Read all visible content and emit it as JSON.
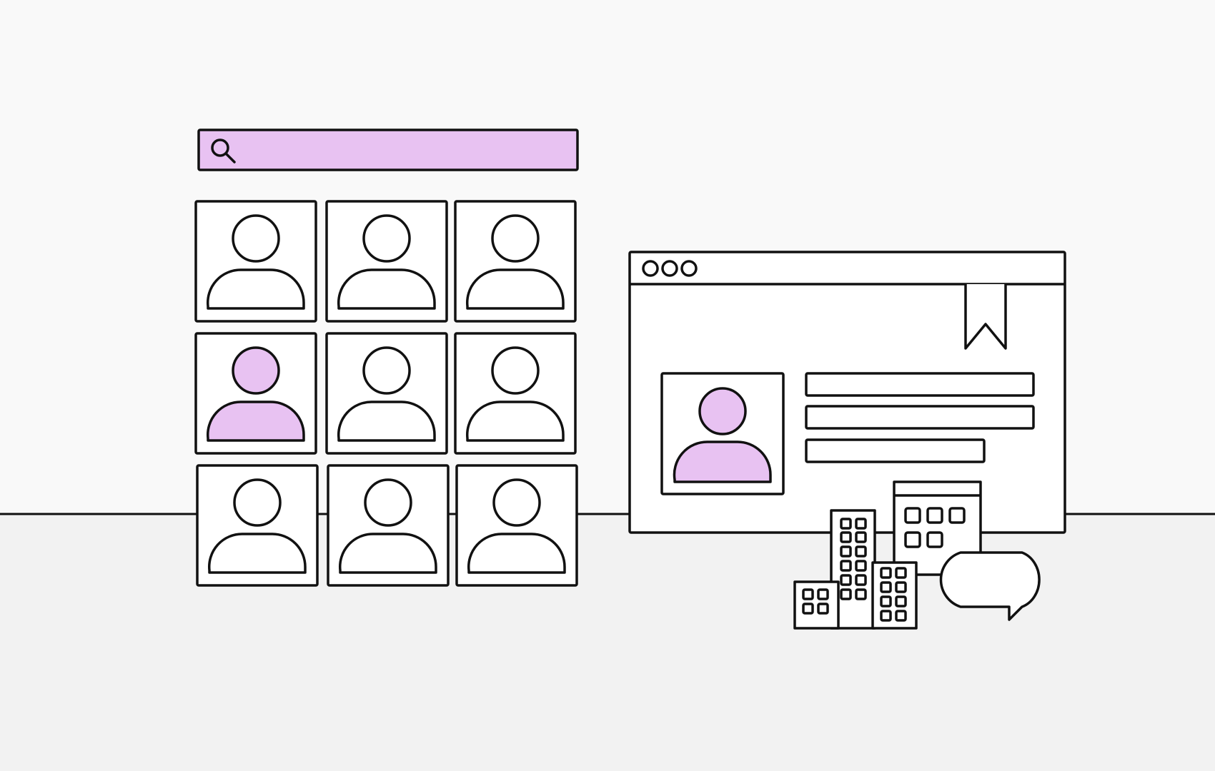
{
  "colors": {
    "background_top": "#f9f9f9",
    "background_bottom": "#f2f2f2",
    "stroke": "#111111",
    "panel_fill": "#ffffff",
    "accent": "#e8c2f2"
  },
  "search_bar": {
    "icon": "search-icon",
    "value": "",
    "placeholder": ""
  },
  "profile_grid": {
    "rows": 3,
    "columns": 3,
    "highlighted_index": 3,
    "icon": "user-icon"
  },
  "browser_window": {
    "window_controls": [
      "dot",
      "dot",
      "dot"
    ],
    "bookmark_icon": "bookmark-icon",
    "profile_icon": "user-icon",
    "text_lines": 3
  },
  "buildings": {
    "icon": "building-icon",
    "count": 4
  },
  "speech_bubble": {
    "icon": "speech-bubble-icon",
    "text": ""
  }
}
